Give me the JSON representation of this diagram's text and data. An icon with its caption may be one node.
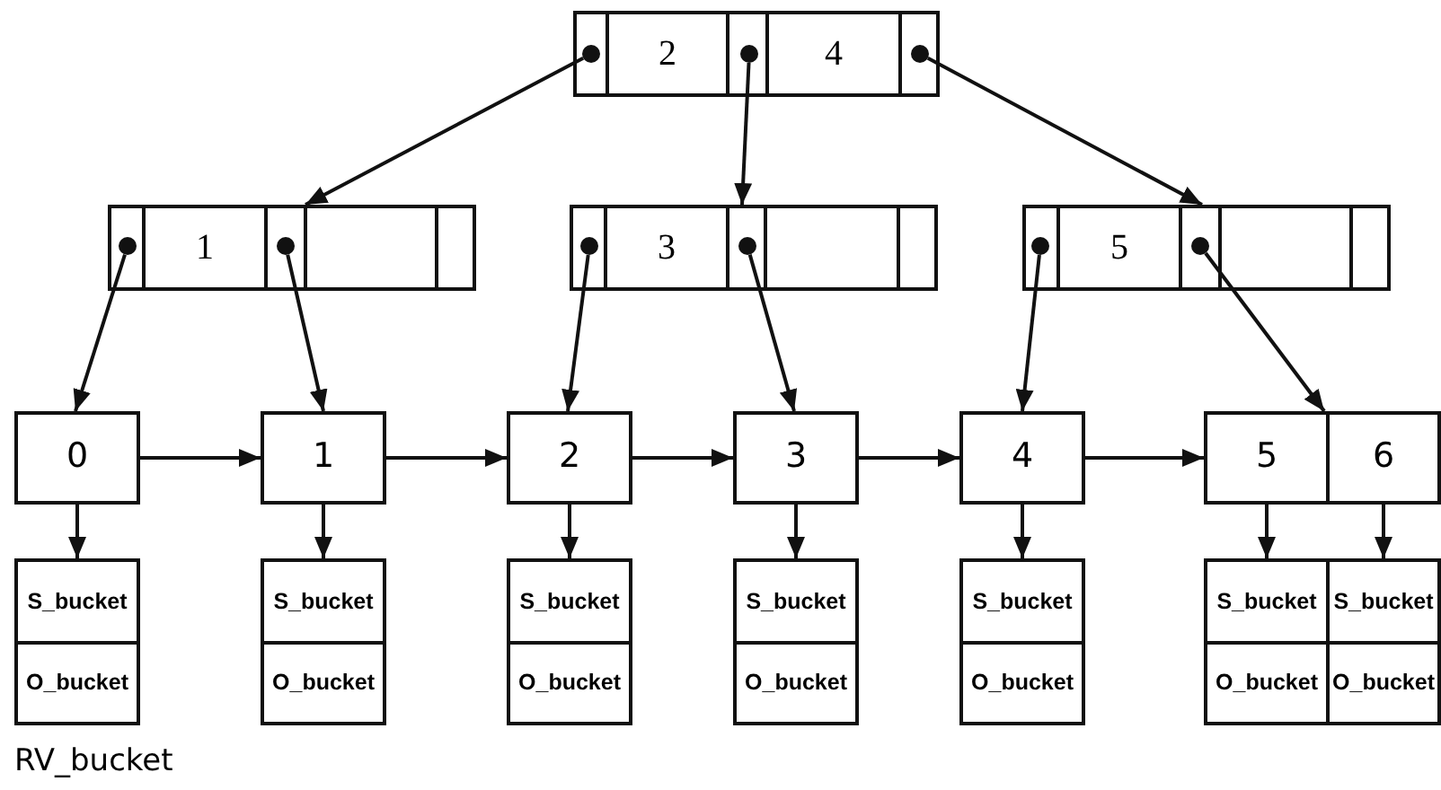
{
  "diagram": {
    "nodes": [
      {
        "text": [
          "2",
          "4"
        ]
      },
      {
        "text": [],
        "shape": "circle",
        "in": 0
      },
      {
        "text": [],
        "shape": "circle",
        "in": 0
      },
      {
        "text": [],
        "shape": "circle",
        "in": 0
      },
      {
        "text": [
          "1"
        ]
      },
      {
        "text": [],
        "shape": "circle",
        "in": 4
      },
      {
        "text": [],
        "shape": "circle",
        "in": 4
      },
      {
        "text": [
          "3"
        ]
      },
      {
        "text": [],
        "shape": "circle",
        "in": 7
      },
      {
        "text": [],
        "shape": "circle",
        "in": 7
      },
      {
        "text": [
          "5"
        ]
      },
      {
        "text": [],
        "shape": "circle",
        "in": 10
      },
      {
        "text": [],
        "shape": "circle",
        "in": 10
      },
      {
        "text": [
          "0"
        ]
      },
      {
        "text": [
          "1"
        ]
      },
      {
        "text": [
          "2"
        ]
      },
      {
        "text": [
          "3"
        ]
      },
      {
        "text": [
          "4"
        ]
      },
      {
        "text": [
          "5"
        ]
      },
      {
        "text": [
          "6"
        ]
      },
      {
        "text": [
          "S_bucket",
          "O_bucket"
        ]
      },
      {
        "text": [
          "S_bucket",
          "O_bucket"
        ]
      },
      {
        "text": [
          "S_bucket",
          "O_bucket"
        ]
      },
      {
        "text": [
          "S_bucket",
          "O_bucket"
        ]
      },
      {
        "text": [
          "S_bucket",
          "O_bucket"
        ]
      },
      {
        "text": [
          "S_bucket",
          "O_bucket"
        ]
      },
      {
        "text": [
          "S_bucket",
          "O_bucket"
        ]
      }
    ],
    "edges": [
      {
        "from": 1,
        "to": 4,
        "arrow": "to"
      },
      {
        "from": 2,
        "to": 7,
        "arrow": "to"
      },
      {
        "from": 3,
        "to": 10,
        "arrow": "to"
      },
      {
        "from": 5,
        "to": 13,
        "arrow": "to"
      },
      {
        "from": 6,
        "to": 14,
        "arrow": "to"
      },
      {
        "from": 8,
        "to": 15,
        "arrow": "to"
      },
      {
        "from": 9,
        "to": 16,
        "arrow": "to"
      },
      {
        "from": 11,
        "to": 17,
        "arrow": "to"
      },
      {
        "from": 12,
        "to": 18,
        "arrow": "to"
      },
      {
        "from": 13,
        "to": 14,
        "arrow": "to"
      },
      {
        "from": 14,
        "to": 15,
        "arrow": "to"
      },
      {
        "from": 15,
        "to": 16,
        "arrow": "to"
      },
      {
        "from": 16,
        "to": 17,
        "arrow": "to"
      },
      {
        "from": 17,
        "to": 18,
        "arrow": "to"
      },
      {
        "from": 13,
        "to": 20,
        "arrow": "to"
      },
      {
        "from": 14,
        "to": 21,
        "arrow": "to"
      },
      {
        "from": 15,
        "to": 22,
        "arrow": "to"
      },
      {
        "from": 16,
        "to": 23,
        "arrow": "to"
      },
      {
        "from": 17,
        "to": 24,
        "arrow": "to"
      },
      {
        "from": 18,
        "to": 25,
        "arrow": "to"
      },
      {
        "from": 19,
        "to": 26,
        "arrow": "to"
      }
    ],
    "labels": [
      "RV_bucket"
    ]
  }
}
